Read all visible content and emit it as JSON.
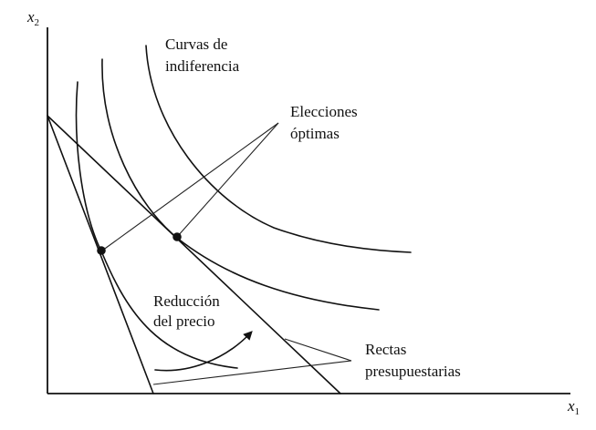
{
  "axes": {
    "y_label": "x",
    "y_sub": "2",
    "x_label": "x",
    "x_sub": "1"
  },
  "labels": {
    "indifference_line1": "Curvas de",
    "indifference_line2": "indiferencia",
    "optimal_line1": "Elecciones",
    "optimal_line2": "óptimas",
    "price_line1": "Reducción",
    "price_line2": "del precio",
    "budget_line1": "Rectas",
    "budget_line2": "presupuestarias"
  }
}
